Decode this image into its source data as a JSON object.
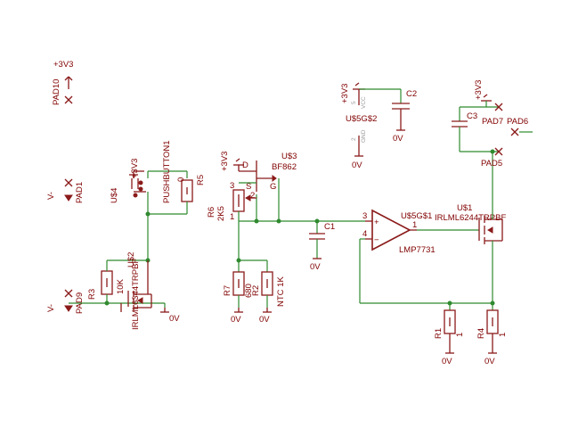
{
  "labels": {
    "pad10": "PAD10",
    "pad10_supply": "+3V3",
    "pad1": "PAD1",
    "pad1_net": "V-",
    "pad9": "PAD9",
    "pad9_net": "V-",
    "u4": "U$4",
    "pushbutton": "PUSHBUTTON1",
    "pushbutton_supply": "+3V3",
    "r5_name": "R5",
    "r5_value": "0",
    "u2": "U$2",
    "u2_part": "IRLML6344TRPBF",
    "r3_name": "R3",
    "r3_value": "10K",
    "gnd_u2": "0V",
    "u3_supply": "+3V3",
    "u3_d": "D",
    "u3": "U$3",
    "u3_part": "BF862",
    "u3_s": "S",
    "u3_g": "G",
    "r6_name": "R6",
    "r6_value": "2K5",
    "r6_pin3": "3",
    "r6_pin2": "2",
    "r6_pin1": "1",
    "r7_name": "R7",
    "r7_value": "680",
    "r2_name": "R2",
    "r2_value": "NTC 1K",
    "gnd_r7": "0V",
    "gnd_r2": "0V",
    "c1": "C1",
    "gnd_c1": "0V",
    "u5_supply": "+3V3",
    "u5_vcc_pin": "5",
    "u5_vcc": "VCC",
    "u5_name": "U$5G$2",
    "u5_gnd_pin": "2",
    "u5_gnd": "GND",
    "gnd_u5": "0V",
    "c2": "C2",
    "gnd_c2": "0V",
    "opamp_name": "U$5G$1",
    "opamp_part": "LMP7731",
    "opamp_pin3": "3",
    "opamp_pin4": "4",
    "opamp_pin1": "1",
    "opamp_plus": "+",
    "opamp_minus": "−",
    "u1": "U$1",
    "u1_part": "IRLML6244TRPBF",
    "right_supply": "+3V3",
    "c3": "C3",
    "pad7": "PAD7",
    "pad6": "PAD6",
    "pad5": "PAD5",
    "r1_name": "R1",
    "r1_pin": "1",
    "r4_name": "R4",
    "r4_pin": "1",
    "gnd_r1": "0V",
    "gnd_r4": "0V"
  },
  "colors": {
    "wire": "#2f8a2f",
    "symbol": "#8b1a1a",
    "text": "#800000",
    "pin_text": "#9a9a9a"
  }
}
